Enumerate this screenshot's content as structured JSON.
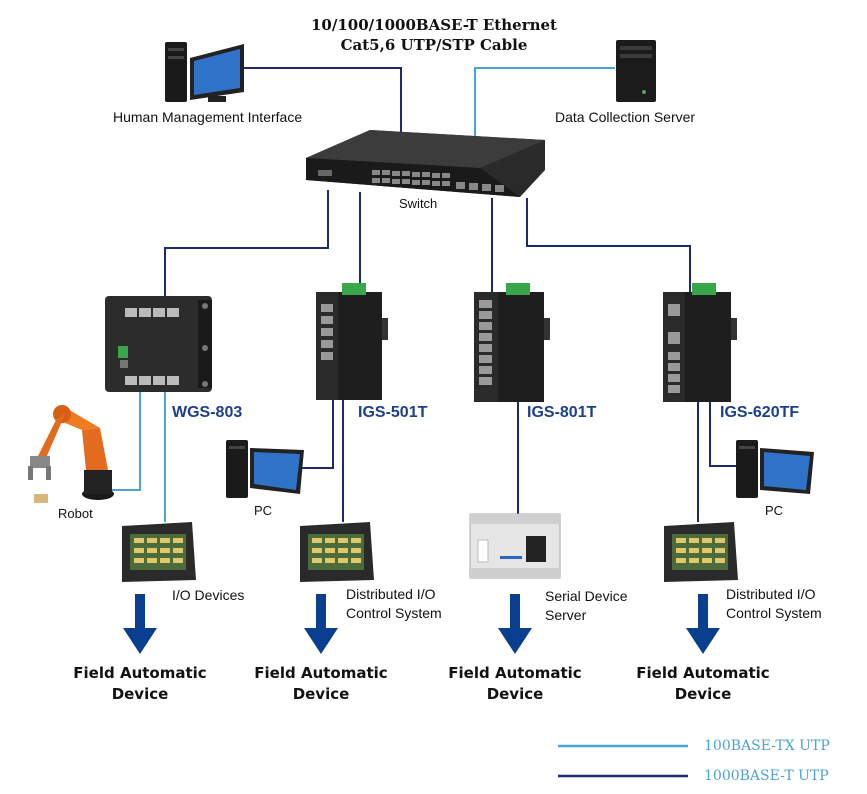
{
  "header": {
    "line1": "10/100/1000BASE-T Ethernet",
    "line2": "Cat5,6 UTP/STP Cable"
  },
  "devices": {
    "hmi": "Human Management Interface",
    "server": "Data Collection Server",
    "switch": "Switch",
    "robot": "Robot",
    "pc_left": "PC",
    "pc_right": "PC",
    "io_devices": "I/O Devices",
    "dio_left_1": "Distributed I/O",
    "dio_left_2": "Control System",
    "serial_1": "Serial Device",
    "serial_2": "Server",
    "dio_right_1": "Distributed I/O",
    "dio_right_2": "Control System"
  },
  "models": [
    "WGS-803",
    "IGS-501T",
    "IGS-801T",
    "IGS-620TF"
  ],
  "field_devices": [
    {
      "line1": "Field Automatic",
      "line2": "Device"
    },
    {
      "line1": "Field Automatic",
      "line2": "Device"
    },
    {
      "line1": "Field Automatic",
      "line2": "Device"
    },
    {
      "line1": "Field Automatic",
      "line2": "Device"
    }
  ],
  "legend": [
    {
      "label": "100BASE-TX UTP",
      "color": "#4aa3d0"
    },
    {
      "label": "1000BASE-T UTP",
      "color": "#1c2a6b"
    }
  ],
  "colors": {
    "dark_line": "#1c2a6b",
    "light_line": "#4aa3d0",
    "arrow": "#0a3f8f",
    "model_text": "#1c3f8c"
  }
}
